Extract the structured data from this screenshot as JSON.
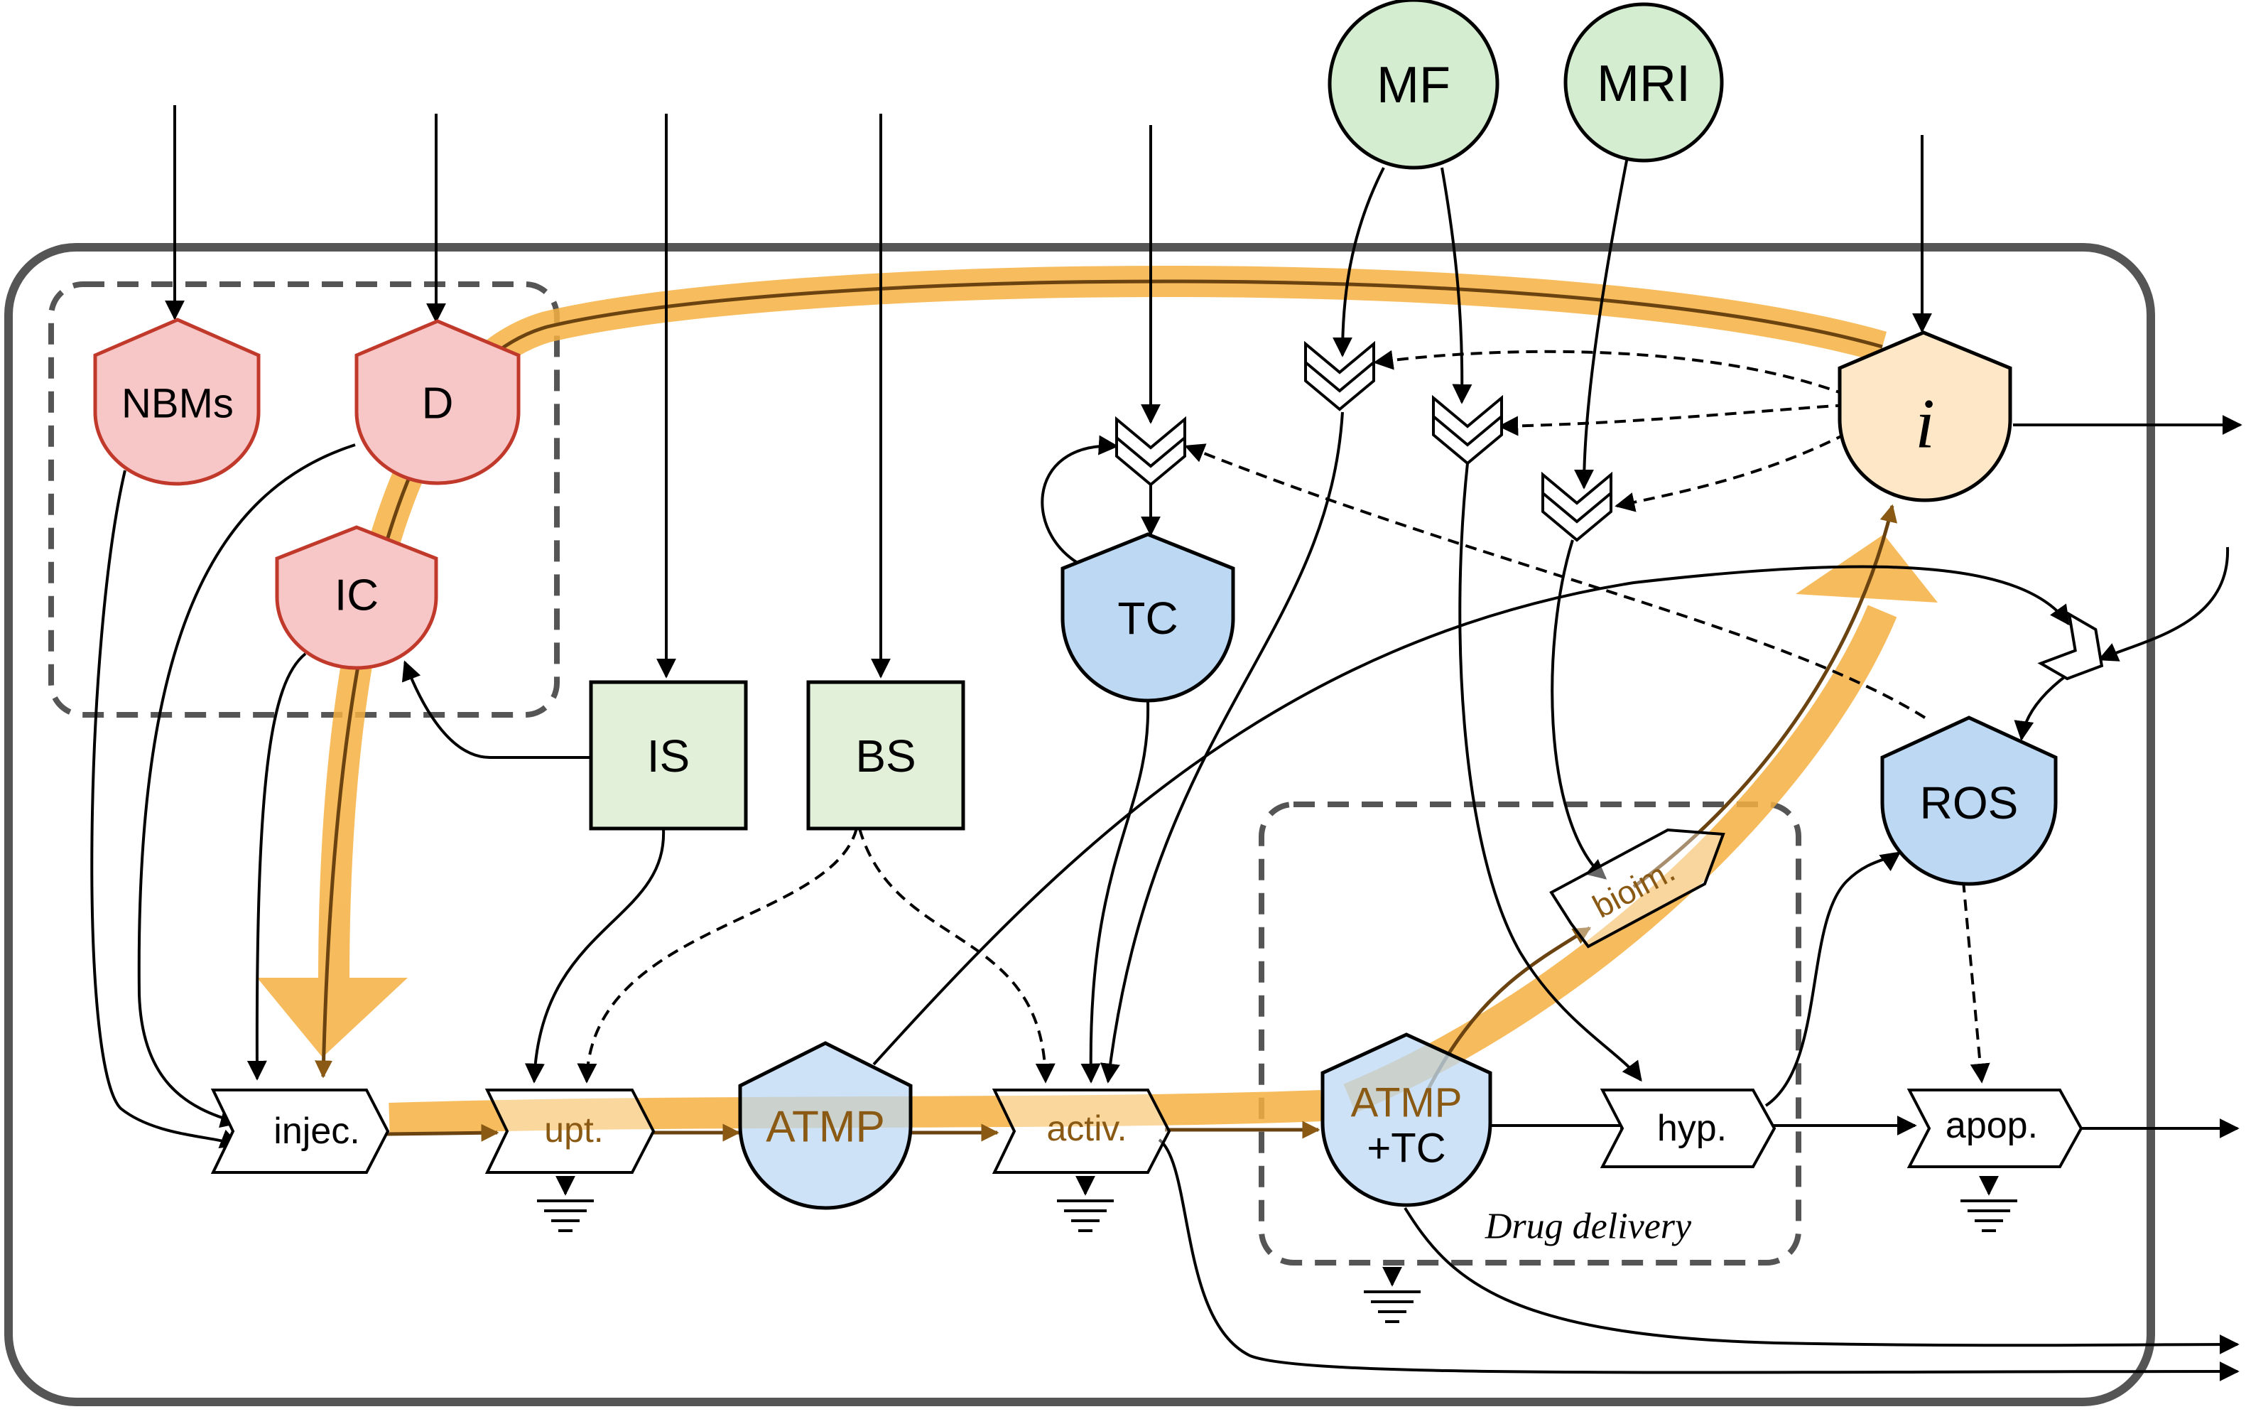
{
  "colors": {
    "red_fill": "#f7c6c7",
    "red_stroke": "#c0392b",
    "blue_fill": "#bcd8f3",
    "blue_stroke": "#2c6fb5",
    "green_fill": "#d4ecd0",
    "green_stroke": "#4e9a4e",
    "square_fill": "#e2efd9",
    "orange_fill": "#fde7c7",
    "orange_flow": "#f5b041"
  },
  "nodes": {
    "nbms": "NBMs",
    "d": "D",
    "ic": "IC",
    "tc": "TC",
    "mf": "MF",
    "mri": "MRI",
    "i": "i",
    "is": "IS",
    "bs": "BS",
    "ros": "ROS",
    "atmp": "ATMP",
    "atmp_tc_line1": "ATMP",
    "atmp_tc_line2": "+TC"
  },
  "processes": {
    "injec": "injec.",
    "upt": "upt.",
    "activ": "activ.",
    "hyp": "hyp.",
    "apop": "apop.",
    "bioim": "bioim."
  },
  "groups": {
    "drug_delivery": "Drug delivery"
  }
}
